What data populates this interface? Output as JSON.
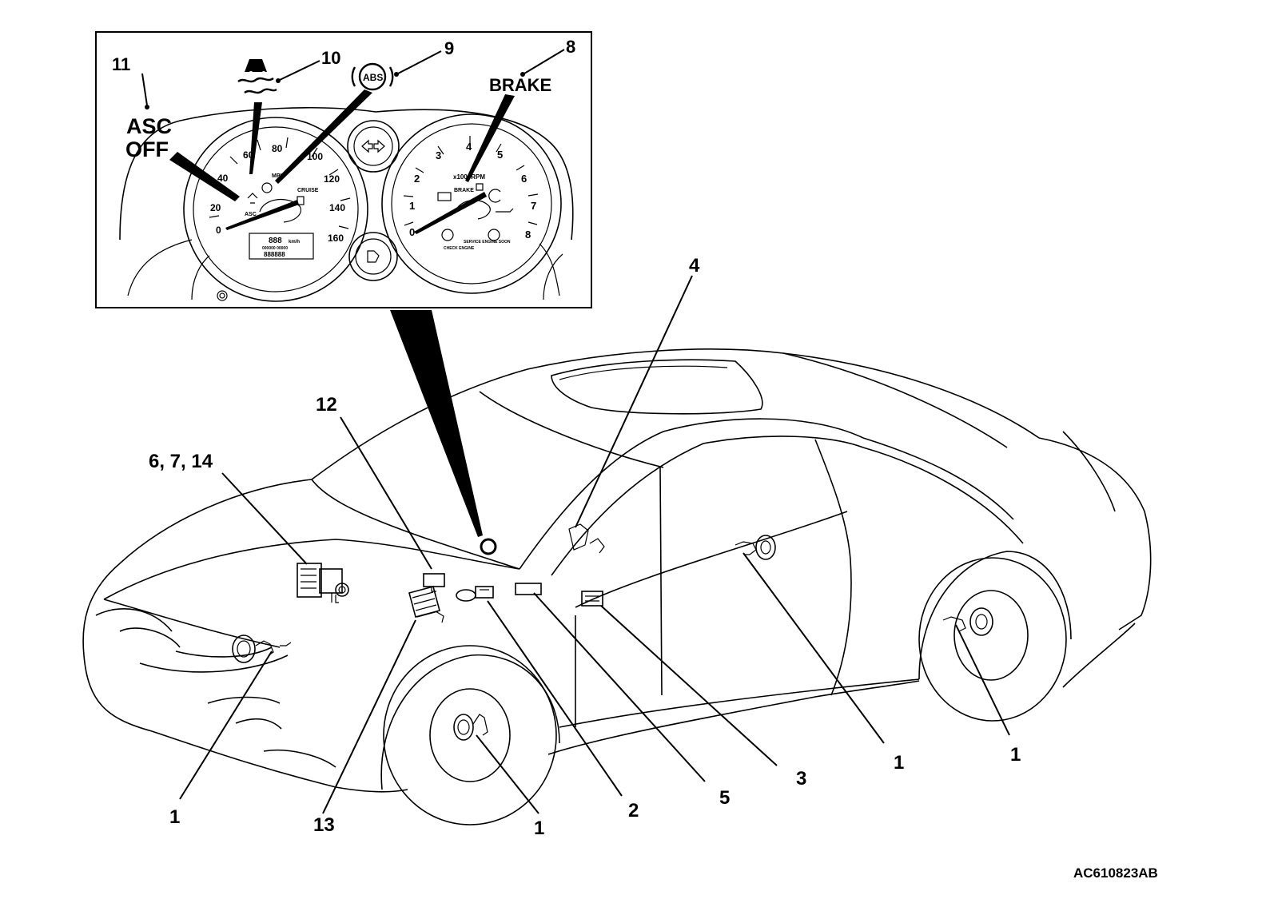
{
  "inset": {
    "labels": {
      "asc_off_line1": "ASC",
      "asc_off_line2": "OFF",
      "abs": "ABS",
      "brake": "BRAKE"
    },
    "speedometer_ticks": [
      "0",
      "20",
      "40",
      "60",
      "80",
      "100",
      "120",
      "140",
      "160"
    ],
    "speedometer_text": {
      "cruise": "CRUISE",
      "asc": "ASC",
      "mph": "MPH",
      "lcd_top": "888",
      "lcd_unit": "km/h",
      "lcd_mid": "000000 00000",
      "lcd_bottom": "888888"
    },
    "tachometer_ticks": [
      "0",
      "1",
      "2",
      "3",
      "4",
      "5",
      "6",
      "7",
      "8"
    ],
    "tachometer_text": {
      "rpm": "x1000RPM",
      "brake": "BRAKE",
      "service": "SERVICE ENGINE SOON",
      "check": "CHECK ENGINE"
    }
  },
  "callouts": [
    {
      "id": "c11",
      "text": "11"
    },
    {
      "id": "c10",
      "text": "10"
    },
    {
      "id": "c9",
      "text": "9"
    },
    {
      "id": "c8",
      "text": "8"
    },
    {
      "id": "c4",
      "text": "4"
    },
    {
      "id": "c12",
      "text": "12"
    },
    {
      "id": "c6714",
      "text": "6, 7, 14"
    },
    {
      "id": "c1a",
      "text": "1"
    },
    {
      "id": "c13",
      "text": "13"
    },
    {
      "id": "c1b",
      "text": "1"
    },
    {
      "id": "c2",
      "text": "2"
    },
    {
      "id": "c5",
      "text": "5"
    },
    {
      "id": "c3",
      "text": "3"
    },
    {
      "id": "c1c",
      "text": "1"
    },
    {
      "id": "c1d",
      "text": "1"
    }
  ],
  "figure_code": "AC610823AB"
}
